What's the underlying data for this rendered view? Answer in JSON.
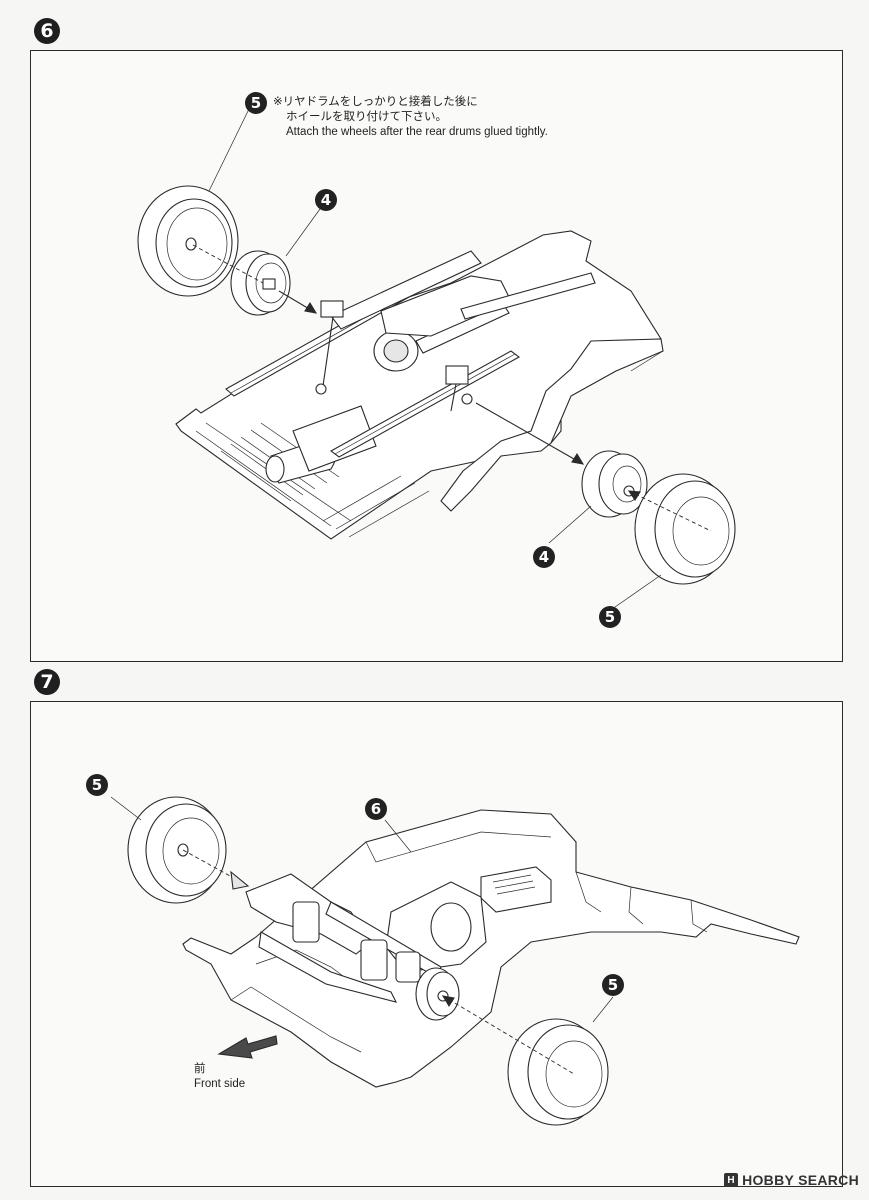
{
  "steps": [
    {
      "number": "6",
      "parts": {
        "wheel": "5",
        "drum": "4"
      },
      "note_ja_1": "※リヤドラムをしっかりと接着した後に",
      "note_ja_2": "ホイールを取り付けて下さい。",
      "note_en": "Attach the wheels after the rear drums glued tightly."
    },
    {
      "number": "7",
      "parts": {
        "wheel": "5",
        "chassis": "6"
      },
      "front_ja": "前",
      "front_en": "Front side"
    }
  ],
  "watermark": {
    "logo": "H",
    "text": "HOBBY SEARCH"
  }
}
